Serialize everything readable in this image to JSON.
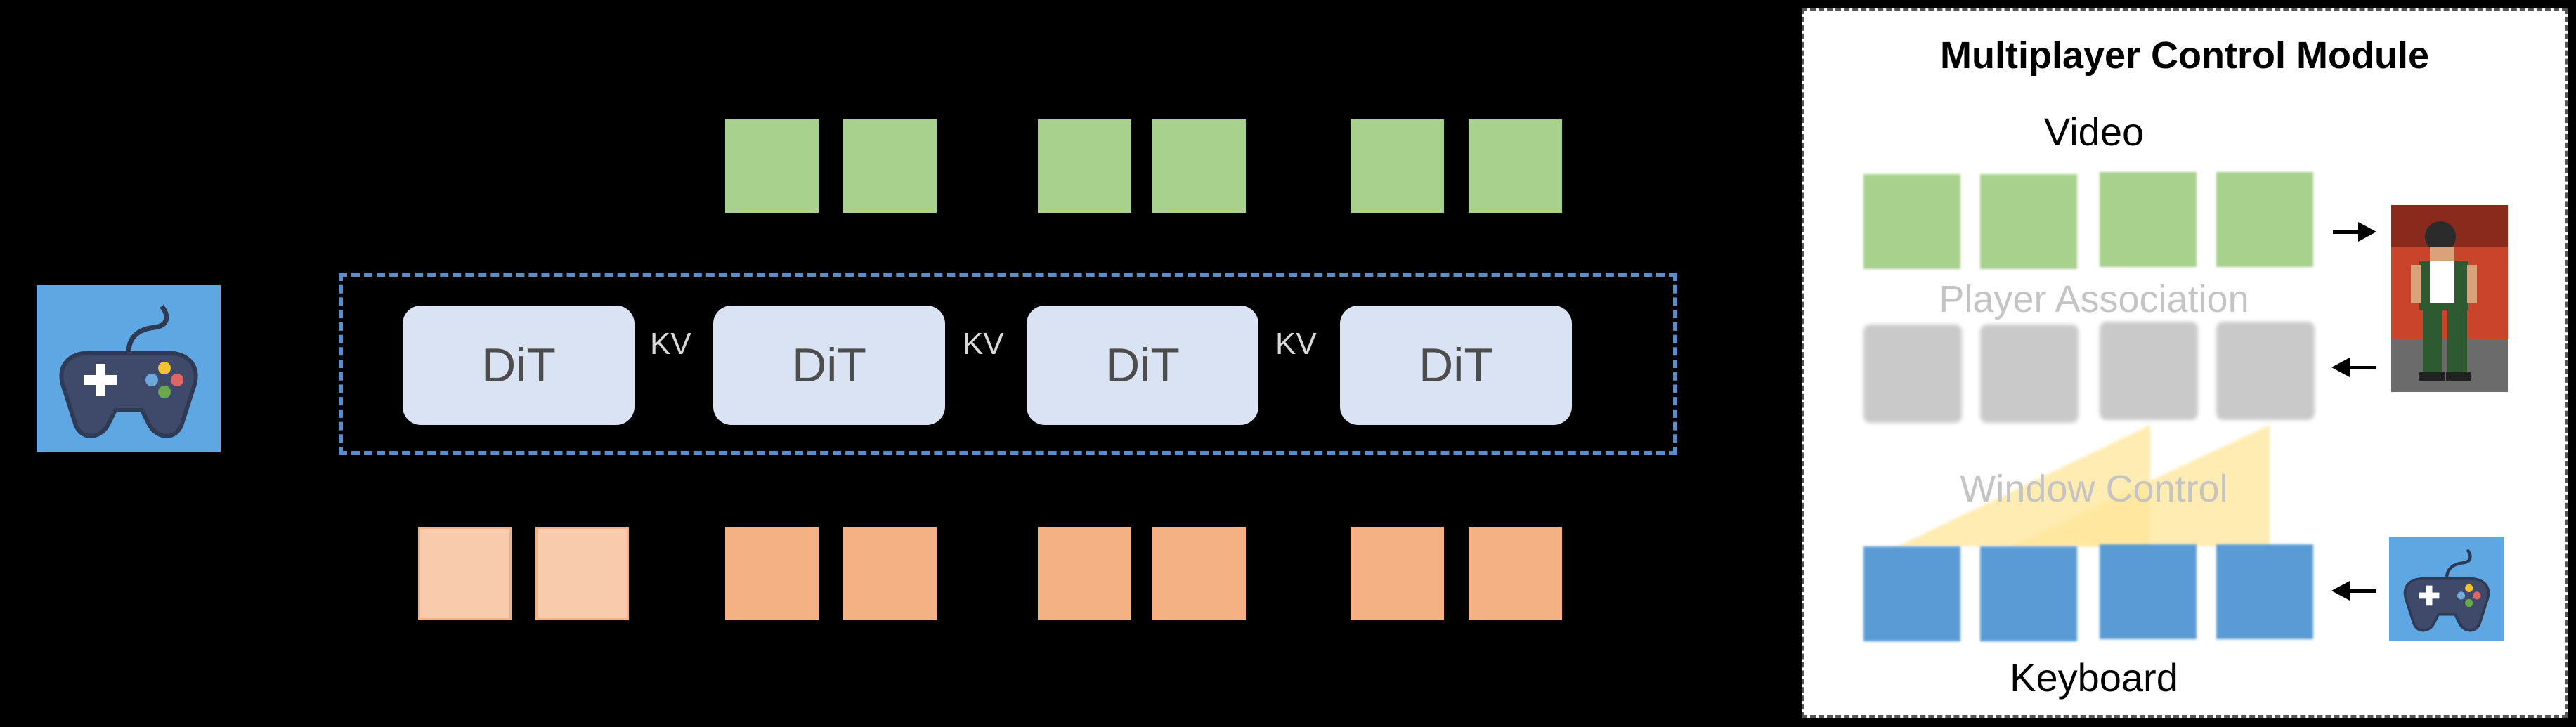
{
  "diagram": {
    "dit_blocks": [
      "DiT",
      "DiT",
      "DiT",
      "DiT"
    ],
    "kv_labels": [
      "KV",
      "KV",
      "KV"
    ]
  },
  "module": {
    "title": "Multiplayer Control Module",
    "video_label": "Video",
    "player_association_label": "Player Association",
    "window_control_label": "Window Control",
    "keyboard_label": "Keyboard"
  },
  "colors": {
    "video_token": "#a9d18e",
    "action_token": "#f4b183",
    "action_token_light": "#f8cbad",
    "dit_block": "#dae3f3",
    "keyboard_token": "#5b9bd5",
    "association_token": "#c9c9c9",
    "frame_dash": "#5b8ec9",
    "window_control": "#ffe699"
  },
  "icons": [
    "gamepad-icon",
    "fighter-character-image",
    "arrow-right-icon",
    "arrow-left-icon"
  ]
}
